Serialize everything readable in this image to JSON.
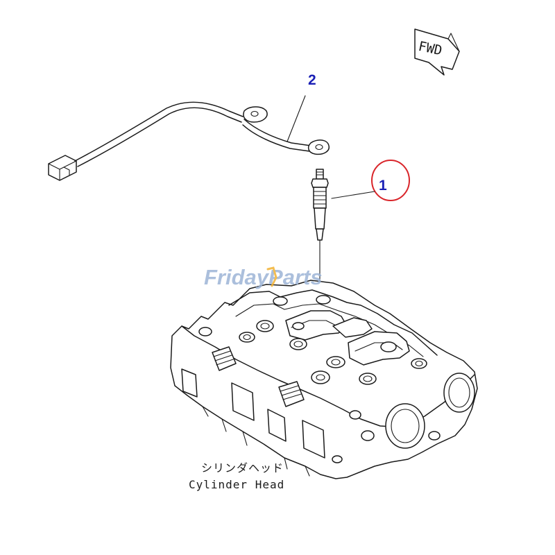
{
  "diagram": {
    "callouts": [
      {
        "id": "1",
        "label": "1",
        "circled": true
      },
      {
        "id": "2",
        "label": "2",
        "circled": false
      }
    ],
    "forward_marker": "FWD",
    "caption_jp": "シリンダヘッド",
    "caption_en": "Cylinder Head",
    "watermark": "FridayParts"
  },
  "colors": {
    "line": "#1a1a1a",
    "callout_number": "#1a1fb5",
    "callout_circle": "#d9252a",
    "watermark": "#9db4d6",
    "watermark_accent": "#f2b233"
  }
}
